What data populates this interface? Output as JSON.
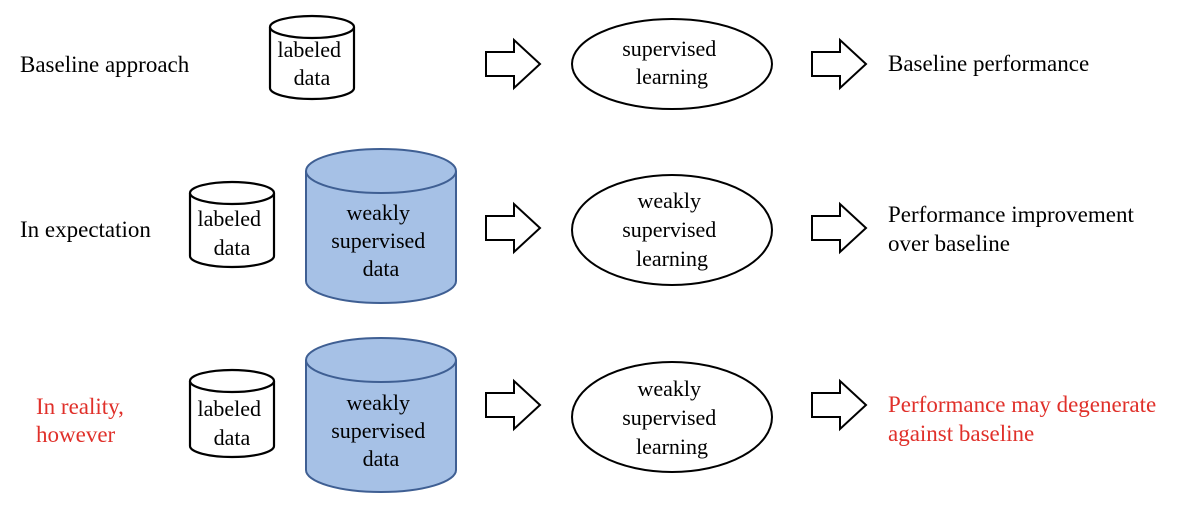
{
  "colors": {
    "weak_data_fill": "#a6c1e6",
    "weak_data_stroke": "#3f5f93",
    "highlight_text": "#e0302a",
    "line": "#000000"
  },
  "rows": [
    {
      "label": [
        "Baseline approach"
      ],
      "label_color": "black",
      "data": [
        {
          "kind": "labeled",
          "text": [
            "labeled",
            "data"
          ]
        }
      ],
      "method": [
        "supervised",
        "learning"
      ],
      "result": [
        "Baseline performance"
      ],
      "result_color": "black"
    },
    {
      "label": [
        "In expectation"
      ],
      "label_color": "black",
      "data": [
        {
          "kind": "labeled",
          "text": [
            "labeled",
            "data"
          ]
        },
        {
          "kind": "weak",
          "text": [
            "weakly",
            "supervised",
            "data"
          ]
        }
      ],
      "method": [
        "weakly",
        "supervised",
        "learning"
      ],
      "result": [
        "Performance improvement",
        "over baseline"
      ],
      "result_color": "black"
    },
    {
      "label": [
        "In reality,",
        "however"
      ],
      "label_color": "red",
      "data": [
        {
          "kind": "labeled",
          "text": [
            "labeled",
            "data"
          ]
        },
        {
          "kind": "weak",
          "text": [
            "weakly",
            "supervised",
            "data"
          ]
        }
      ],
      "method": [
        "weakly",
        "supervised",
        "learning"
      ],
      "result": [
        "Performance may degenerate",
        "against baseline"
      ],
      "result_color": "red"
    }
  ]
}
